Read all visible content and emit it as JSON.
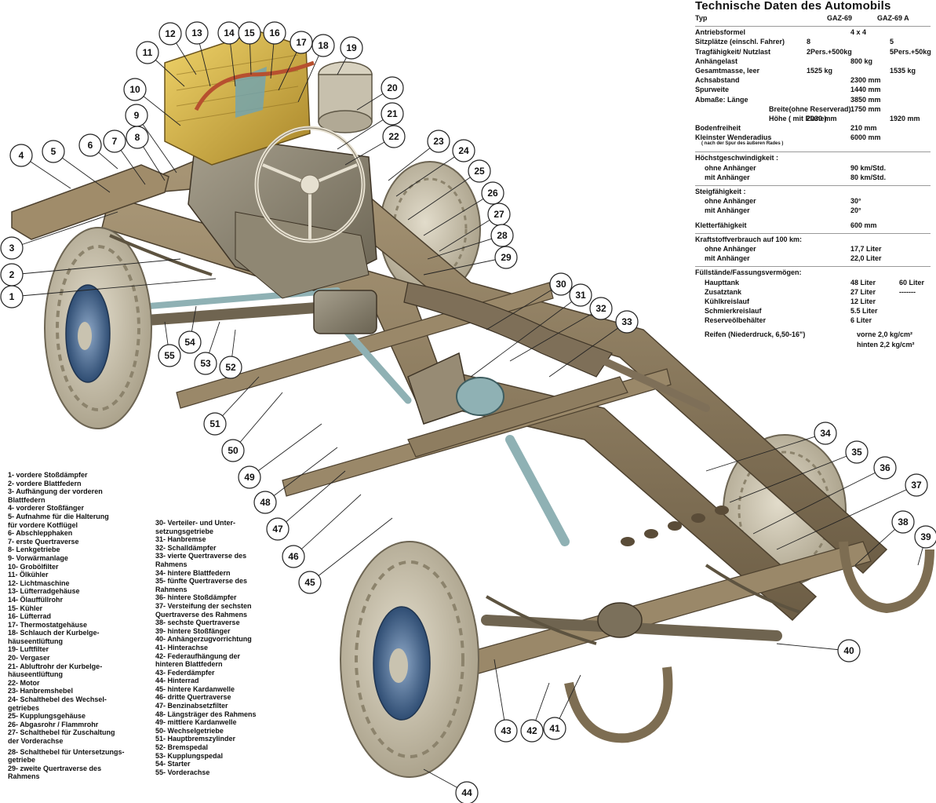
{
  "specs": {
    "title": "Technische  Daten des Automobils",
    "header": {
      "label": "Typ",
      "col1": "GAZ-69",
      "col2": "GAZ-69 A"
    },
    "rows": [
      {
        "label": "Antriebsformel",
        "c": "4 x 4"
      },
      {
        "label": "Sitzplätze (einschl. Fahrer)",
        "v1": "8",
        "v2": "5"
      },
      {
        "label": "Tragfähigkeit/ Nutzlast",
        "v1": "2Pers.+500kg",
        "v2": "5Pers.+50kg"
      },
      {
        "label": "Anhängelast",
        "c": "800 kg"
      },
      {
        "label": "Gesamtmasse, leer",
        "v1": "1525 kg",
        "v2": "1535 kg"
      },
      {
        "label": "Achsabstand",
        "c": "2300 mm"
      },
      {
        "label": "Spurweite",
        "c": "1440 mm"
      },
      {
        "label": "Abmaße:  Länge",
        "c": "3850 mm"
      },
      {
        "label": "Breite(ohne Reserverad)",
        "indent": true,
        "c": "1750 mm"
      },
      {
        "label": "Höhe ( mit Plane)",
        "indent": true,
        "v1": "2030 mm",
        "v2": "1920 mm"
      },
      {
        "label": "Bodenfreiheit",
        "c": "210 mm"
      },
      {
        "label": "Kleinster Wenderadius",
        "note": "( nach der Spur des äußeren Rades )",
        "c": "6000 mm"
      },
      {
        "label": "Höchstgeschwindigkeit :",
        "sepBefore": true
      },
      {
        "label": "ohne Anhänger",
        "sub": true,
        "c": "90 km/Std."
      },
      {
        "label": "mit Anhänger",
        "sub": true,
        "c": "80 km/Std."
      },
      {
        "label": "Steigfähigkeit :",
        "sepBefore": true
      },
      {
        "label": "ohne Anhänger",
        "sub": true,
        "c": "30°"
      },
      {
        "label": "mit Anhänger",
        "sub": true,
        "c": "20°"
      },
      {
        "label": "Kletterfähigkeit",
        "c": "600 mm",
        "gapBefore": true
      },
      {
        "label": "Kraftstoffverbrauch auf 100 km:",
        "gapBefore": true,
        "sepBefore": true
      },
      {
        "label": "ohne Anhänger",
        "sub": true,
        "c": "17,7 Liter"
      },
      {
        "label": "mit Anhänger",
        "sub": true,
        "c": "22,0 Liter"
      },
      {
        "label": "Füllstände/Fassungsvermögen:",
        "gapBefore": true,
        "sepBefore": true
      },
      {
        "label": "Haupttank",
        "sub": true,
        "c": "48 Liter",
        "x": "60 Liter"
      },
      {
        "label": "Zusatztank",
        "sub": true,
        "c": "27 Liter",
        "x": "-------"
      },
      {
        "label": "Kühlkreislauf",
        "sub": true,
        "c": "12 Liter"
      },
      {
        "label": "Schmierkreislauf",
        "sub": true,
        "c": "5.5 Liter"
      },
      {
        "label": "Reserveölbehälter",
        "sub": true,
        "c": "6 Liter"
      },
      {
        "label": "Reifen (Niederdruck, 6,50-16\")",
        "sub": true,
        "r": "vorne  2,0 kg/cm²",
        "gapBefore": true
      },
      {
        "label": "",
        "r": "hinten 2,2 kg/cm²"
      }
    ]
  },
  "legend_left": [
    {
      "n": "1",
      "text": "vordere Stoßdämpfer"
    },
    {
      "n": "2",
      "text": "vordere Blattfedern"
    },
    {
      "n": "3",
      "text": "Aufhängung der vorderen\nBlattfedern"
    },
    {
      "n": "4",
      "text": "vorderer Stoßfänger"
    },
    {
      "n": "5",
      "text": "Aufnahme für die Halterung\nfür vordere Kotflügel"
    },
    {
      "n": "6",
      "text": "Abschlepphaken"
    },
    {
      "n": "7",
      "text": "erste Quertraverse"
    },
    {
      "n": "8",
      "text": "Lenkgetriebe"
    },
    {
      "n": "9",
      "text": "Vorwärmanlage"
    },
    {
      "n": "10",
      "text": "Grobölfilter"
    },
    {
      "n": "11",
      "text": "Ölkühler"
    },
    {
      "n": "12",
      "text": "Lichtmaschine"
    },
    {
      "n": "13",
      "text": "Lüfterradgehäuse"
    },
    {
      "n": "14",
      "text": "Ölauffüllrohr"
    },
    {
      "n": "15",
      "text": "Kühler"
    },
    {
      "n": "16",
      "text": "Lüfterrad"
    },
    {
      "n": "17",
      "text": "Thermostatgehäuse"
    },
    {
      "n": "18",
      "text": "Schlauch der Kurbelge-\nhäuseentlüftung"
    },
    {
      "n": "19",
      "text": "Luftfilter"
    },
    {
      "n": "20",
      "text": "Vergaser"
    },
    {
      "n": "21",
      "text": "Abluftrohr der Kurbelge-\nhäuseentlüftung"
    },
    {
      "n": "22",
      "text": "Motor"
    },
    {
      "n": "23",
      "text": "Hanbremshebel"
    },
    {
      "n": "24",
      "text": "Schalthebel des Wechsel-\ngetriebes"
    },
    {
      "n": "25",
      "text": "Kupplungsgehäuse"
    },
    {
      "n": "26",
      "text": "Abgasrohr / Flammrohr"
    },
    {
      "n": "27",
      "text": "Schalthebel für Zuschaltung\nder Vorderachse"
    },
    {
      "n": "28",
      "text": "Schalthebel für Untersetzungs-\ngetriebe",
      "spaced": true
    },
    {
      "n": "29",
      "text": "zweite Quertraverse des\nRahmens"
    }
  ],
  "legend_mid": [
    {
      "n": "30",
      "text": "Verteiler- und Unter-\nsetzungsgetriebe"
    },
    {
      "n": "31",
      "text": "Hanbremse"
    },
    {
      "n": "32",
      "text": "Schalldämpfer"
    },
    {
      "n": "33",
      "text": "vierte Quertraverse des\nRahmens"
    },
    {
      "n": "34",
      "text": "hintere Blattfedern"
    },
    {
      "n": "35",
      "text": "fünfte Quertraverse des\nRahmens"
    },
    {
      "n": "36",
      "text": "hintere Stoßdämpfer"
    },
    {
      "n": "37",
      "text": "Versteifung der sechsten\nQuertraverse des Rahmens"
    },
    {
      "n": "38",
      "text": "sechste Quertraverse"
    },
    {
      "n": "39",
      "text": "hintere Stoßfänger"
    },
    {
      "n": "40",
      "text": "Anhängerzugvorrichtung"
    },
    {
      "n": "41",
      "text": "Hinterachse"
    },
    {
      "n": "42",
      "text": "Federaufhängung der\nhinteren Blattfedern"
    },
    {
      "n": "43",
      "text": "Federdämpfer"
    },
    {
      "n": "44",
      "text": "Hinterrad"
    },
    {
      "n": "45",
      "text": "hintere Kardanwelle"
    },
    {
      "n": "46",
      "text": "dritte Quertraverse"
    },
    {
      "n": "47",
      "text": "Benzinabsetzfilter"
    },
    {
      "n": "48",
      "text": "Längsträger des Rahmens"
    },
    {
      "n": "49",
      "text": "mittlere Kardanwelle"
    },
    {
      "n": "50",
      "text": "Wechselgetriebe"
    },
    {
      "n": "51",
      "text": "Hauptbremszylinder"
    },
    {
      "n": "52",
      "text": "Bremspedal"
    },
    {
      "n": "53",
      "text": "Kupplungspedal"
    },
    {
      "n": "54",
      "text": "Starter"
    },
    {
      "n": "55",
      "text": "Vorderachse"
    }
  ],
  "callouts": [
    "1",
    "2",
    "3",
    "4",
    "5",
    "6",
    "7",
    "8",
    "9",
    "10",
    "11",
    "12",
    "13",
    "14",
    "15",
    "16",
    "17",
    "18",
    "19",
    "20",
    "21",
    "22",
    "23",
    "24",
    "25",
    "26",
    "27",
    "28",
    "29",
    "30",
    "31",
    "32",
    "33",
    "34",
    "35",
    "36",
    "37",
    "38",
    "39",
    "40",
    "41",
    "42",
    "43",
    "44",
    "45",
    "46",
    "47",
    "48",
    "49",
    "50",
    "51",
    "52",
    "53",
    "54",
    "55"
  ],
  "colors": {
    "frame": "#8b7a5e",
    "frame_dark": "#5e503b",
    "tire": "#cfc7b4",
    "hub": "#3f5f86",
    "radiator": "#d4b34a",
    "engine": "#8a8271",
    "shaft": "#8fb1b4"
  }
}
